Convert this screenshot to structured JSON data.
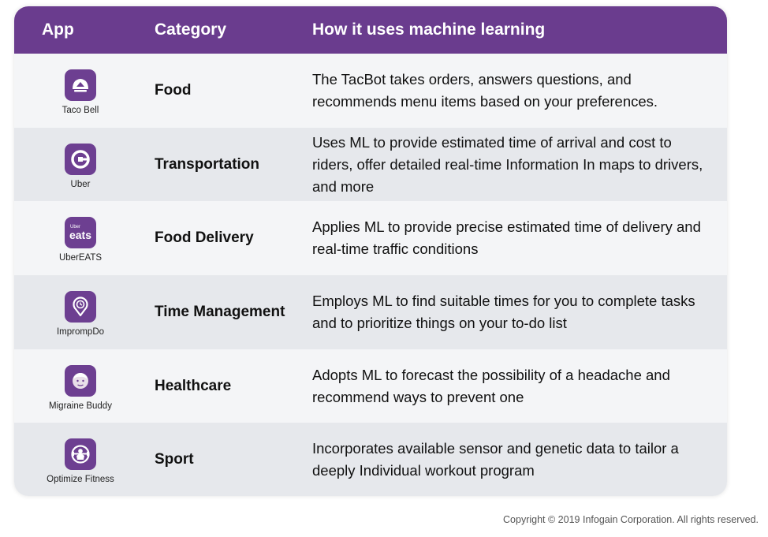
{
  "colors": {
    "header": "#6a3c8e",
    "icon": "#6d3f91",
    "row_light": "#f4f5f7",
    "row_dark": "#e6e8ec"
  },
  "header": {
    "col_app": "App",
    "col_category": "Category",
    "col_description": "How it uses machine learning"
  },
  "rows": [
    {
      "icon": "taco-bell-icon",
      "app": "Taco Bell",
      "category": "Food",
      "description": "The TacBot takes orders, answers questions, and recommends menu items based on your preferences."
    },
    {
      "icon": "uber-icon",
      "app": "Uber",
      "category": "Transportation",
      "description": "Uses ML to provide estimated time of arrival and cost to riders, offer detailed real-time Information In maps to drivers, and more"
    },
    {
      "icon": "ubereats-icon",
      "icon_text": "eats",
      "icon_small_text": "Uber",
      "app": "UberEATS",
      "category": "Food Delivery",
      "description": "Applies ML to provide precise estimated time of delivery and real-time traffic conditions"
    },
    {
      "icon": "clock-pin-icon",
      "app": "ImprompDo",
      "category": "Time Management",
      "description": "Employs ML to find suitable times for you to complete tasks and to prioritize things on your to-do list"
    },
    {
      "icon": "face-icon",
      "app": "Migraine Buddy",
      "category": "Healthcare",
      "description": "Adopts ML to forecast the possibility of a headache and recommend ways to prevent one"
    },
    {
      "icon": "fitness-icon",
      "app": "Optimize Fitness",
      "category": "Sport",
      "description": "Incorporates available sensor and genetic data to tailor a deeply Individual workout program"
    }
  ],
  "footer": {
    "copyright": "Copyright © 2019  Infogain Corporation. All rights reserved."
  }
}
